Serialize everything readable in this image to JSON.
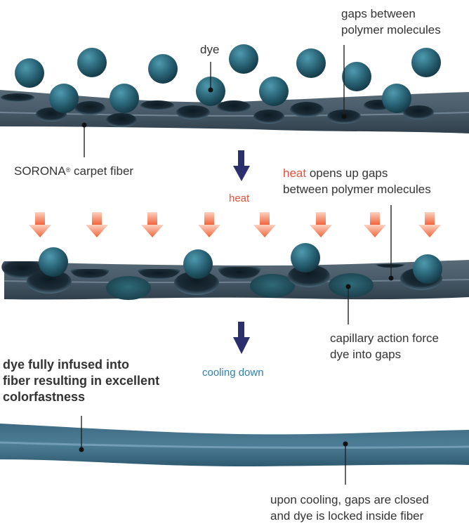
{
  "labels": {
    "dye": "dye",
    "gaps_top_1": "gaps between",
    "gaps_top_2": "polymer molecules",
    "sorona_1": "SORONA",
    "sorona_reg": "®",
    "sorona_2": " carpet fiber",
    "heat_arrow": "heat",
    "heat_opens_1a": "heat",
    "heat_opens_1b": " opens up gaps",
    "heat_opens_2": "between polymer molecules",
    "capillary_1": "capillary action force",
    "capillary_2": "dye into gaps",
    "cooling": "cooling down",
    "infused_1": "dye fully infused into",
    "infused_2": "fiber resulting in excellent",
    "infused_3": "colorfastness",
    "upon_1": "upon cooling, gaps are closed",
    "upon_2": "and dye is locked inside fiber"
  },
  "colors": {
    "fiber": "#3f5463",
    "dye": "#2a6578",
    "heat_arrows": "#f27a52",
    "process_arrows": "#2b2f6e",
    "heat_text": "#e8503a",
    "cooling_text": "#2f7fb0"
  }
}
